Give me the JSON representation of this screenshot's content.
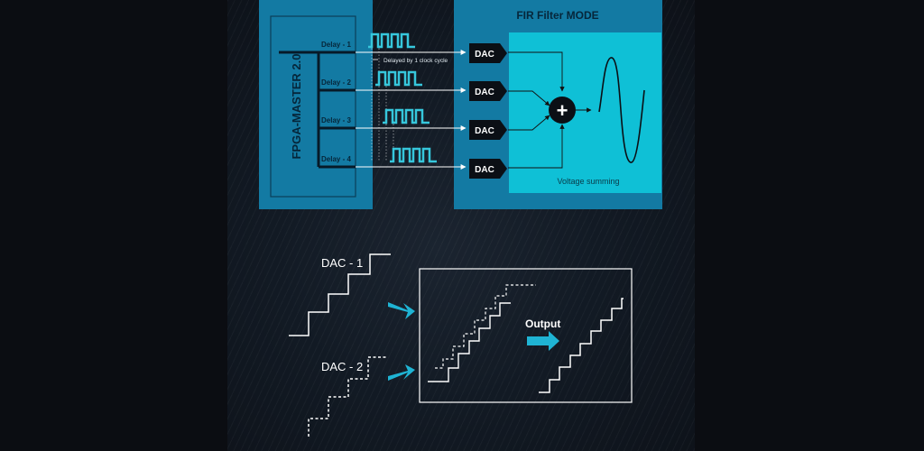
{
  "fpga": {
    "title": "FPGA-MASTER 2.0"
  },
  "fir": {
    "title": "FIR Filter MODE",
    "summing_label": "Voltage summing",
    "plus_symbol": "+"
  },
  "delays": [
    "Delay - 1",
    "Delay - 2",
    "Delay - 3",
    "Delay - 4"
  ],
  "delay_note": "Delayed by 1 clock cycle",
  "dac_label": "DAC",
  "staircase": {
    "dac1_label": "DAC - 1",
    "dac2_label": "DAC - 2",
    "output_label": "Output"
  },
  "colors": {
    "panel": "#137aa3",
    "summing_bg": "#0fc0d6",
    "pulse": "#36c7dc",
    "arrow": "#1fb4d4",
    "background": "#0b0d12"
  }
}
